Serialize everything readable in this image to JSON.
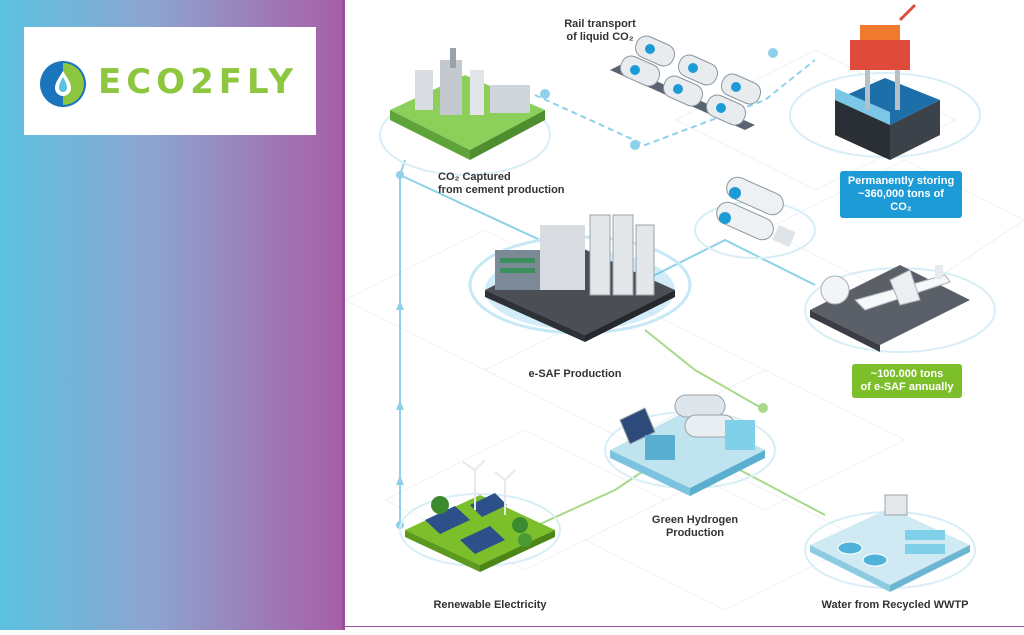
{
  "logo": {
    "text": "ECO2FLY"
  },
  "labels": {
    "rail": "Rail transport",
    "rail_2": "of liquid CO₂",
    "co2_captured": "CO₂ Captured",
    "co2_captured_2": "from cement production",
    "esaf": "e-SAF Production",
    "green_h2": "Green Hydrogen",
    "green_h2_2": "Production",
    "renewable": "Renewable Electricity",
    "water": "Water from Recycled WWTP"
  },
  "badges": {
    "storage_1": "Permanently storing",
    "storage_2": "~360,000 tons of CO₂",
    "esaf_1": "~100.000 tons",
    "esaf_2": "of e-SAF annually"
  },
  "colors": {
    "gradient_left": "#5cc2e0",
    "gradient_right": "#a75ea5",
    "logo_green": "#8dc63f",
    "logo_blue": "#1b75bc",
    "badge_blue": "#1c9bd7",
    "badge_green": "#7cbf2a",
    "flow_blue": "#8fd0ea",
    "flow_green": "#a6d98a"
  },
  "icons": [
    "droplet-leaf-icon",
    "cement-plant-icon",
    "rail-tanker-icon",
    "offshore-platform-icon",
    "tanker-truck-icon",
    "esaf-plant-icon",
    "airport-icon",
    "hydrogen-plant-icon",
    "wind-solar-farm-icon",
    "water-treatment-icon"
  ]
}
